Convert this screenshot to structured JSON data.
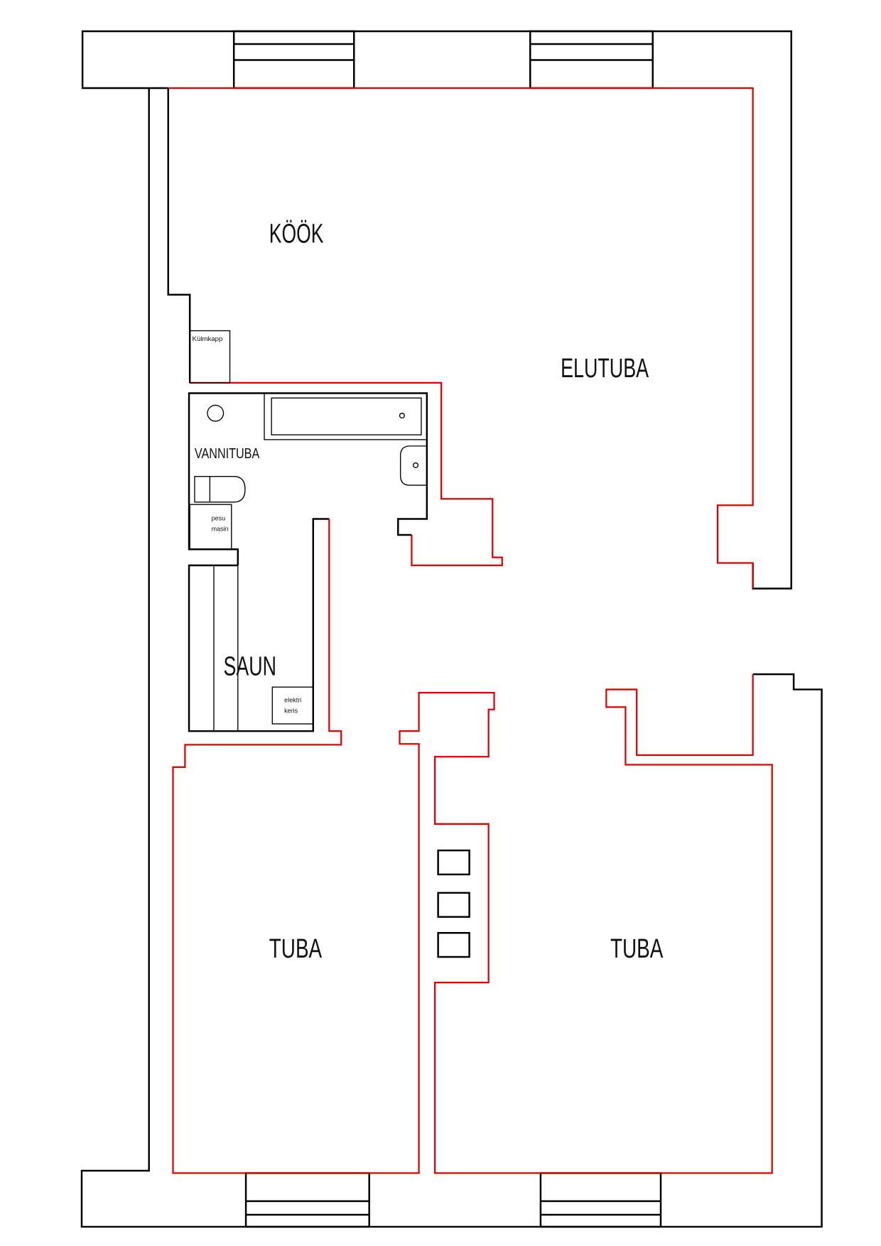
{
  "rooms": {
    "kitchen": "KÖÖK",
    "living_room": "ELUTUBA",
    "bathroom": "VANNITUBA",
    "sauna": "SAUN",
    "room_left": "TUBA",
    "room_right": "TUBA"
  },
  "fixtures": {
    "fridge": "Külmkapp",
    "washer_line1": "pesu",
    "washer_line2": "masin",
    "heater_line1": "elektri",
    "heater_line2": "keris"
  },
  "colors": {
    "walls": "#000000",
    "room_outline": "#e00000"
  }
}
